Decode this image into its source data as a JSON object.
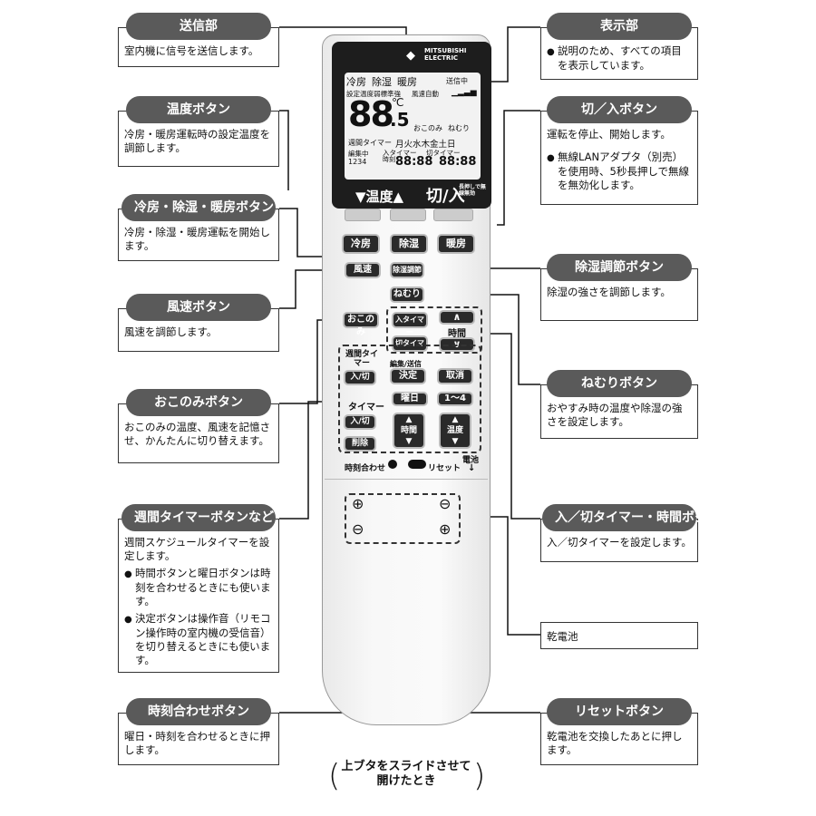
{
  "callouts": {
    "send": {
      "title": "送信部",
      "body": [
        "室内機に信号を送信します。"
      ]
    },
    "display": {
      "title": "表示部",
      "bullets": [
        "説明のため、すべての項目を表示しています。"
      ]
    },
    "temp": {
      "title": "温度ボタン",
      "body": [
        "冷房・暖房運転時の設定温度を調節します。"
      ]
    },
    "onoff": {
      "title": "切／入ボタン",
      "body": [
        "運転を停止、開始します。"
      ],
      "bullets": [
        "無線LANアダプタ（別売）を使用時、5秒長押しで無線を無効化します。"
      ]
    },
    "mode": {
      "title": "冷房・除湿・暖房ボタン",
      "body": [
        "冷房・除湿・暖房運転を開始します。"
      ]
    },
    "dehum": {
      "title": "除湿調節ボタン",
      "body": [
        "除湿の強さを調節します。"
      ]
    },
    "fan": {
      "title": "風速ボタン",
      "body": [
        "風速を調節します。"
      ]
    },
    "okonomi": {
      "title": "おこのみボタン",
      "body": [
        "おこのみの温度、風速を記憶させ、かんたんに切り替えます。"
      ]
    },
    "sleep": {
      "title": "ねむりボタン",
      "body": [
        "おやすみ時の温度や除湿の強さを設定します。"
      ]
    },
    "weekly": {
      "title": "週間タイマーボタンなど",
      "body": [
        "週間スケジュールタイマーを設定します。"
      ],
      "bullets": [
        "時間ボタンと曜日ボタンは時刻を合わせるときにも使います。",
        "決定ボタンは操作音（リモコン操作時の室内機の受信音）を切り替えるときにも使います。"
      ]
    },
    "timer": {
      "title": "入／切タイマー・時間ボタン",
      "body": [
        "入／切タイマーを設定します。"
      ]
    },
    "battery": {
      "label": "乾電池"
    },
    "clock": {
      "title": "時刻合わせボタン",
      "body": [
        "曜日・時刻を合わせるときに押します。"
      ]
    },
    "reset": {
      "title": "リセットボタン",
      "body": [
        "乾電池を交換したあとに押します。"
      ]
    }
  },
  "remote": {
    "brand": "MITSUBISHI ELECTRIC",
    "lcd": {
      "modes": [
        "冷房",
        "除湿",
        "暖房"
      ],
      "sending": "送信中",
      "row2": "設定温度弱標準強",
      "fan_auto": "風速自動",
      "temp": "88",
      "temp_dec": ".5",
      "deg": "℃",
      "okonomi": "おこのみ",
      "nemuri": "ねむり",
      "weekly_timer": "週間タイマー",
      "days": "月火水木金土日",
      "editing": "編集中",
      "nums": "1234",
      "on_timer": "入タイマー",
      "time_label": "時刻",
      "off_timer": "切タイマー",
      "clock_digits": "88:88",
      "timer_digits": "88:88",
      "temp_label": "▼温度▲",
      "onoff": "切/入",
      "long_press": "長押しで無線無効"
    },
    "buttons": {
      "cool": "冷房",
      "dry": "除湿",
      "heat": "暖房",
      "fan": "風速",
      "dehum_adjust": "除湿調節",
      "sleep": "ねむり",
      "okonomi": "おこのみ",
      "on_timer": "入タイマー",
      "off_timer": "切タイマー",
      "time": "時間",
      "weekly_timer": "週間タイマー",
      "weekly_onoff": "入/切",
      "edit_send": "編集/送信",
      "decide": "決定",
      "cancel": "取消",
      "weekday": "曜日",
      "range": "1〜4",
      "timer": "タイマー",
      "timer_onoff": "入/切",
      "delete": "削除",
      "hour": "時間",
      "temp": "温度",
      "clock_set": "時刻合わせ",
      "reset": "リセット",
      "battery": "電池"
    },
    "caption": [
      "上ブタをスライドさせて",
      "開けたとき"
    ]
  }
}
